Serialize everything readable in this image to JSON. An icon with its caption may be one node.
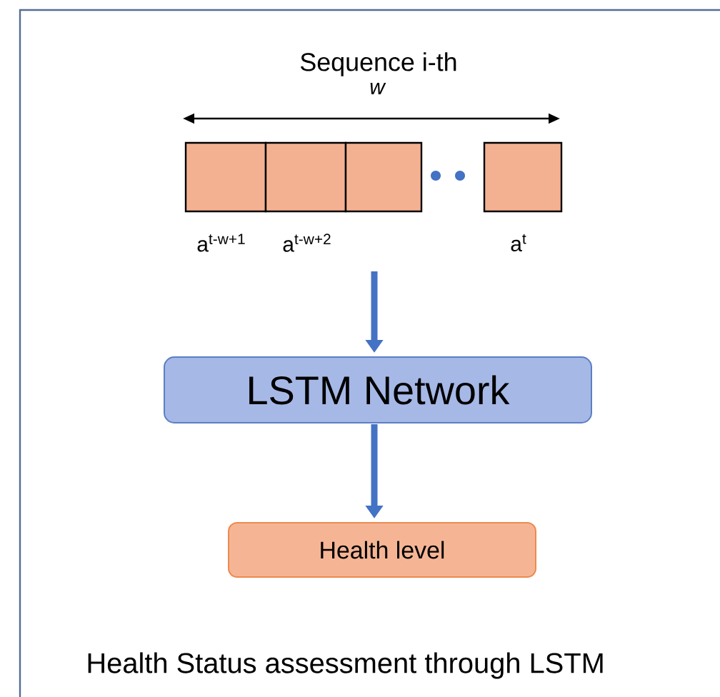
{
  "diagram": {
    "caption": "Health Status assessment through LSTM",
    "nodes": [
      {
        "text": [],
        "shape": "box"
      },
      {
        "text": [],
        "shape": "box"
      },
      {
        "text": [],
        "shape": "box"
      },
      {
        "text": [],
        "shape": "box"
      },
      {
        "text": [
          "LSTM Network"
        ]
      },
      {
        "text": [
          "Health level"
        ]
      }
    ],
    "edges": [
      {
        "from": null,
        "to": 4,
        "arrow": "to"
      },
      {
        "from": 4,
        "to": 5,
        "arrow": "to"
      }
    ],
    "labels": [
      "Sequence i-th",
      "w",
      "a$^{t-w+1}$",
      "a$^{t-w+2}$",
      "a$^{t}$"
    ]
  }
}
